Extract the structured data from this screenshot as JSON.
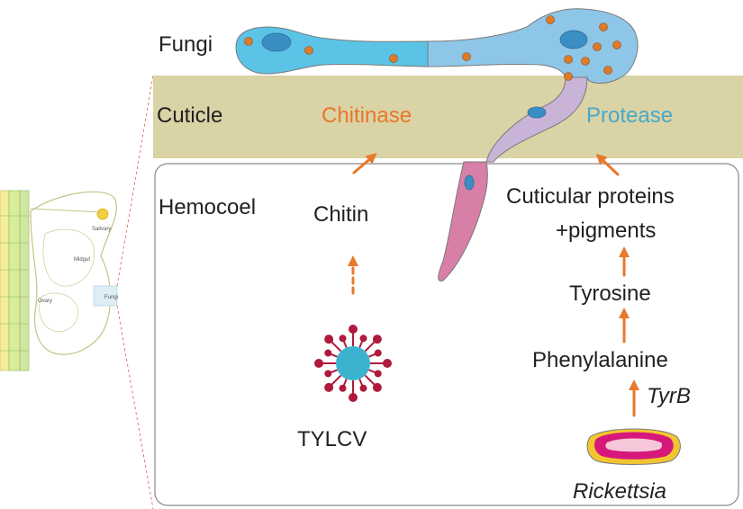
{
  "labels": {
    "fungi": "Fungi",
    "cuticle": "Cuticle",
    "chitinase": "Chitinase",
    "protease": "Protease",
    "hemocoel": "Hemocoel",
    "chitin": "Chitin",
    "cuticular_proteins": "Cuticular proteins",
    "pigments": "+pigments",
    "tyrosine": "Tyrosine",
    "phenylalanine": "Phenylalanine",
    "tyrb": "TyrB",
    "tylcv": "TYLCV",
    "rickettsia": "Rickettsia"
  },
  "thumbnail": {
    "salivary": "Salivary",
    "midgut": "Midgut",
    "ovary": "Ovary",
    "fungi": "Fungi"
  },
  "colors": {
    "cuticle_band": "#d9d3a6",
    "arrow": "#e8782a",
    "chitinase_text": "#e8782a",
    "protease_text": "#4aa8c9",
    "fungi_light": "#5bc3e6",
    "fungi_mid": "#8ec6e8",
    "spore_dot": "#e07a28",
    "virus_core": "#3bb3cf",
    "virus_spike": "#b0193c",
    "hypha_purple": "#c9b4d8",
    "hypha_pink": "#d77fa6"
  },
  "icons": [
    "virus-icon",
    "rickettsia-bacterium-icon",
    "fungal-hypha-icon",
    "insect-anatomy-thumbnail"
  ]
}
